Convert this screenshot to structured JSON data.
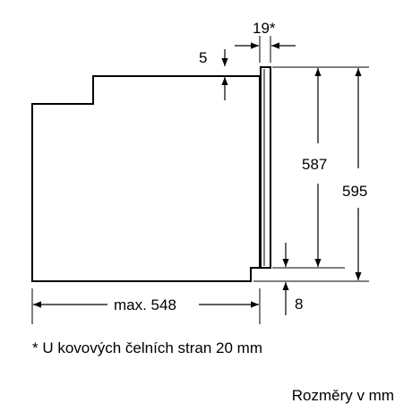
{
  "dimensions": {
    "top_gap": "19*",
    "panel_step": "5",
    "inner_height": "587",
    "total_height": "595",
    "bottom_gap": "8",
    "max_depth": "max. 548"
  },
  "footnote": "* U kovových čelních stran 20 mm",
  "units_note": "Rozměry v mm"
}
